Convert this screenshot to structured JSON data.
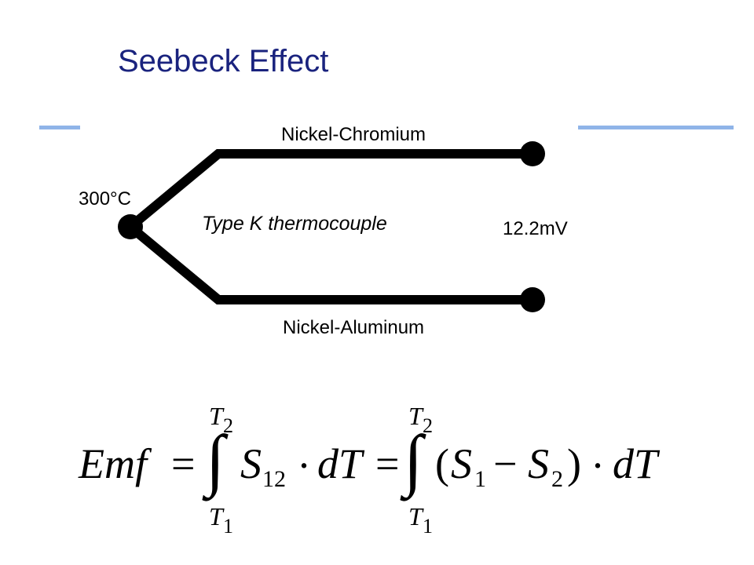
{
  "title": "Seebeck Effect",
  "colors": {
    "title": "#1a237e",
    "rule": "#8fb4e8",
    "wire": "#000000"
  },
  "diagram": {
    "wire_top_label": "Nickel-Chromium",
    "wire_bottom_label": "Nickel-Aluminum",
    "junction_temperature": "300°C",
    "output_voltage": "12.2mV",
    "thermocouple_type": "Type K thermocouple"
  },
  "equation": {
    "lhs": "Emf",
    "equals": "=",
    "integral": "∫",
    "upper_limit": "T",
    "upper_limit_sub": "2",
    "lower_limit": "T",
    "lower_limit_sub": "1",
    "term1": "S",
    "term1_sub": "12",
    "dot": "·",
    "dT": "dT",
    "open_paren": "(",
    "s1": "S",
    "s1_sub": "1",
    "minus": "−",
    "s2": "S",
    "s2_sub": "2",
    "close_paren": ")"
  }
}
